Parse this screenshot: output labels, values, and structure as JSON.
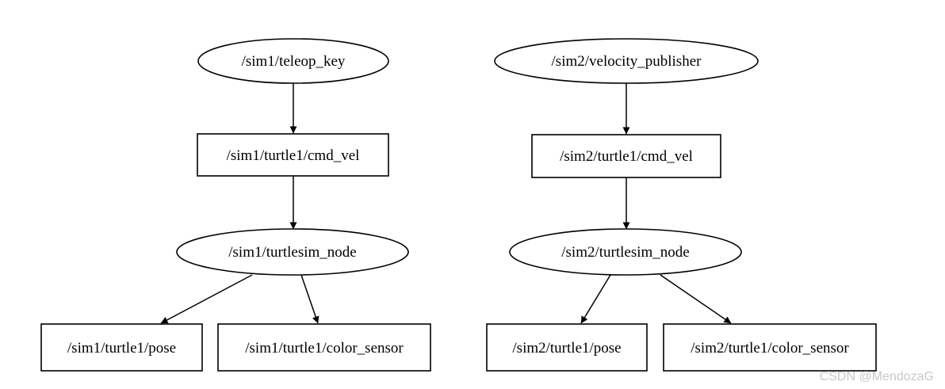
{
  "graph": {
    "left": {
      "publisher": "/sim1/teleop_key",
      "cmd_topic": "/sim1/turtle1/cmd_vel",
      "sim_node": "/sim1/turtlesim_node",
      "pose_topic": "/sim1/turtle1/pose",
      "color_topic": "/sim1/turtle1/color_sensor"
    },
    "right": {
      "publisher": "/sim2/velocity_publisher",
      "cmd_topic": "/sim2/turtle1/cmd_vel",
      "sim_node": "/sim2/turtlesim_node",
      "pose_topic": "/sim2/turtle1/pose",
      "color_topic": "/sim2/turtle1/color_sensor"
    }
  },
  "watermark": "CSDN @MendozaG"
}
